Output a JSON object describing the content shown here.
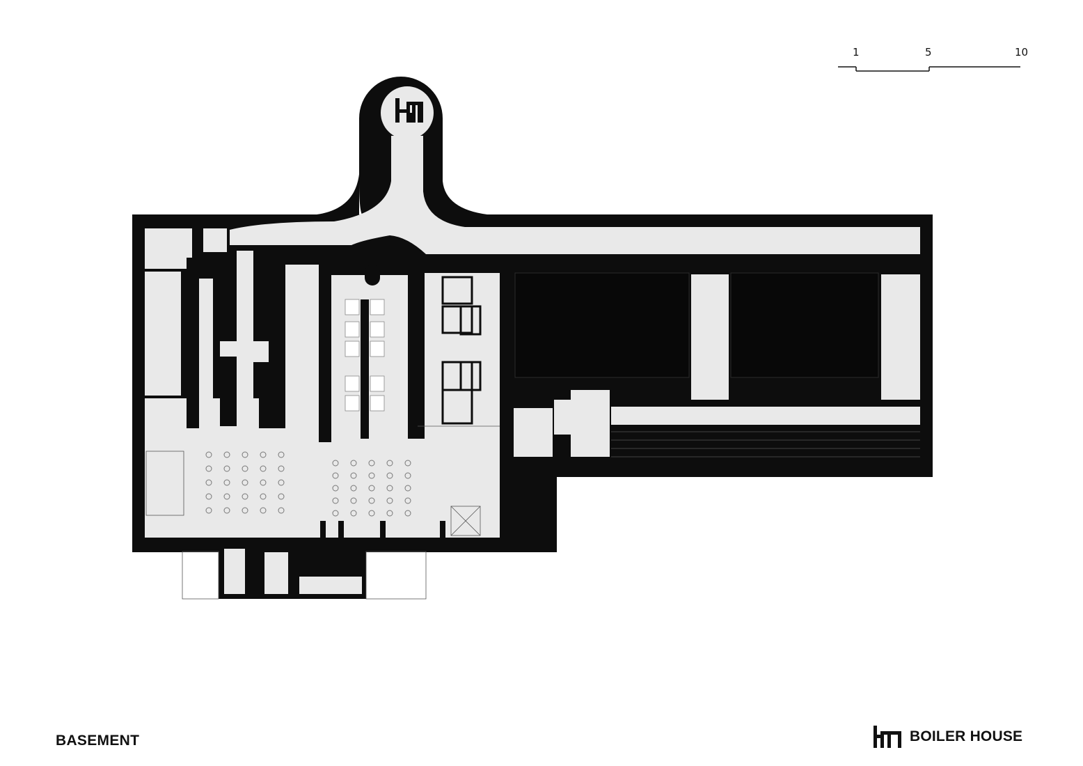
{
  "sheet": {
    "title": "BASEMENT"
  },
  "brand": {
    "name": "BOILER HOUSE",
    "logo_text": "hn"
  },
  "scale_bar": {
    "labels": [
      "1",
      "5",
      "10"
    ]
  },
  "colors": {
    "wall": "#0d0d0d",
    "floor": "#e9e9e9",
    "background": "#ffffff",
    "line": "#555555"
  }
}
